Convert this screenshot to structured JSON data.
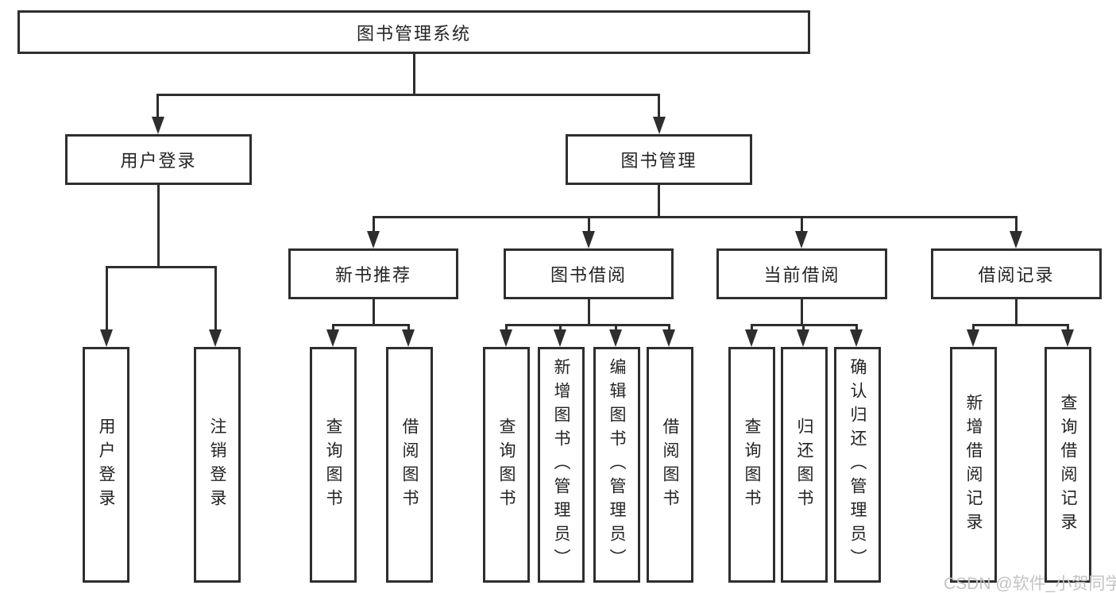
{
  "diagram": {
    "title": "图书管理系统",
    "branches": [
      {
        "label": "用户登录",
        "children": [
          {
            "label": "用户登录"
          },
          {
            "label": "注销登录"
          }
        ]
      },
      {
        "label": "图书管理",
        "children": [
          {
            "label": "新书推荐",
            "children": [
              {
                "label": "查询图书"
              },
              {
                "label": "借阅图书"
              }
            ]
          },
          {
            "label": "图书借阅",
            "children": [
              {
                "label": "查询图书"
              },
              {
                "label": "新增图书（管理员）"
              },
              {
                "label": "编辑图书（管理员）"
              },
              {
                "label": "借阅图书"
              }
            ]
          },
          {
            "label": "当前借阅",
            "children": [
              {
                "label": "查询图书"
              },
              {
                "label": "归还图书"
              },
              {
                "label": "确认归还（管理员）"
              }
            ]
          },
          {
            "label": "借阅记录",
            "children": [
              {
                "label": "新增借阅记录"
              },
              {
                "label": "查询借阅记录"
              }
            ]
          }
        ]
      }
    ]
  },
  "watermark": {
    "text": "CSDN @软件_小贺同学"
  },
  "colors": {
    "line": "#2e2e2e",
    "box_border": "#2e2e2e",
    "text": "#232323",
    "watermark": "#c3c3c3",
    "background": "#ffffff"
  }
}
